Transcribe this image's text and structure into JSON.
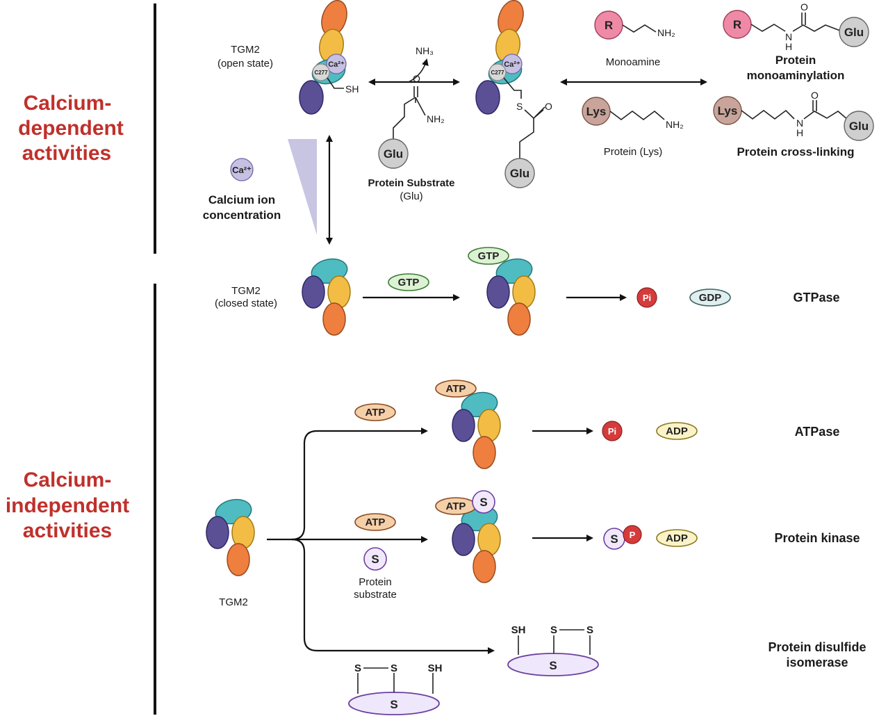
{
  "sections": {
    "dependent": [
      "Calcium-",
      "dependent",
      "activities"
    ],
    "independent": [
      "Calcium-",
      "independent",
      "activities"
    ]
  },
  "labels": {
    "tgm2_open": [
      "TGM2",
      "(open state)"
    ],
    "tgm2_closed": [
      "TGM2",
      "(closed state)"
    ],
    "tgm2": "TGM2",
    "calcium_ion": [
      "Calcium ion",
      "concentration"
    ],
    "protein_substrate_glu": [
      "Protein Substrate",
      "(Glu)"
    ],
    "monoamine": "Monoamine",
    "protein_lys": "Protein (Lys)",
    "protein_substrate": [
      "Protein",
      "substrate"
    ]
  },
  "activities": {
    "monoaminylation": [
      "Protein",
      "monoaminylation"
    ],
    "crosslinking": "Protein cross-linking",
    "gtpase": "GTPase",
    "atpase": "ATPase",
    "kinase": "Protein kinase",
    "pdi": [
      "Protein disulfide",
      "isomerase"
    ]
  },
  "chem": {
    "nh3": "NH₃",
    "nh2": "NH₂",
    "sh": "SH",
    "s": "S",
    "o": "O",
    "h": "H",
    "n": "N",
    "glu": "Glu",
    "r": "R",
    "lys": "Lys",
    "ca": "Ca²⁺",
    "c277": "C277",
    "gtp": "GTP",
    "gdp": "GDP",
    "atp": "ATP",
    "adp": "ADP",
    "pi": "Pi",
    "p": "P"
  },
  "colors": {
    "section_red": "#c0302b",
    "domain_orange": "#ee7f3f",
    "domain_yellow": "#f3bd45",
    "domain_teal": "#4fbcc2",
    "domain_purple": "#5b5096",
    "calcium": "#c6c1e2",
    "glu_gray": "#cfcfcf",
    "r_pink": "#ef8aa6",
    "lys_brown": "#c9a49a",
    "gtp_green": "#dcf3d3",
    "atp_tan": "#f5cfa8",
    "pi_red": "#d63b3b",
    "disulfide_lilac": "#efe7fb"
  }
}
